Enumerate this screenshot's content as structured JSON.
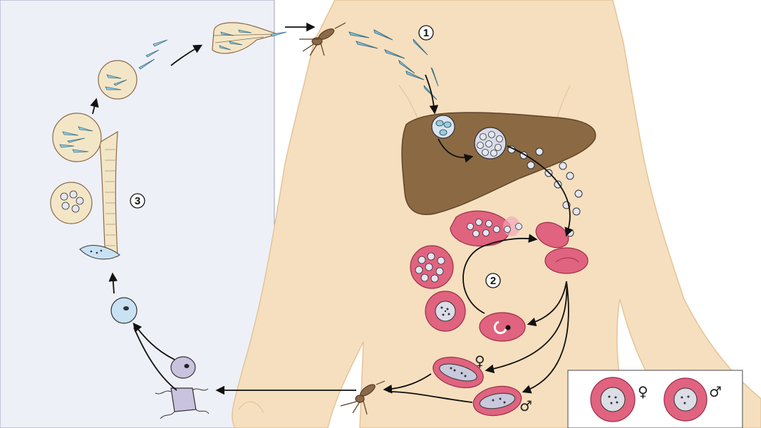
{
  "stages": [
    {
      "id": "mosquito-to-human",
      "label": "1"
    },
    {
      "id": "blood-cycle",
      "label": "2"
    },
    {
      "id": "mosquito-cycle",
      "label": "3"
    }
  ],
  "sex_symbols": {
    "female": "♀",
    "male": "♂"
  },
  "colors": {
    "mosquito_panel": "#eef0f7",
    "skin": "#f6dfbe",
    "skin_outline": "#e3c49a",
    "liver": "#8b6a43",
    "red_cell": "#e0637f",
    "red_cell_light": "#f2a6b8",
    "sporozoite": "#8ecfe6",
    "merozoite": "#e4e6f2",
    "gut_wall": "#f3e6c6",
    "zygote": "#c9e2f3",
    "arrow": "#111111"
  }
}
